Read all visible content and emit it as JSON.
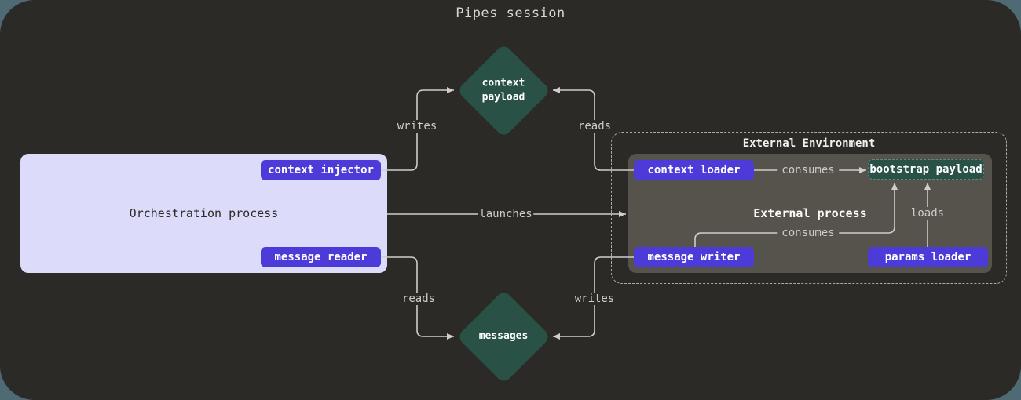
{
  "title": "Pipes session",
  "colors": {
    "canvas_background": "#4e6a74",
    "panel_background": "#2b2a26",
    "accent_purple": "#4c3bd9",
    "node_teal": "#2a5146",
    "orchestration_fill": "#dcdbfa",
    "external_process_fill": "#56524c",
    "wire": "#cfcecb"
  },
  "nodes": {
    "context_payload": {
      "label": "context\npayload"
    },
    "messages": {
      "label": "messages"
    },
    "orchestration_process": {
      "label": "Orchestration process",
      "context_injector": "context injector",
      "message_reader": "message reader"
    },
    "external_environment": {
      "label": "External Environment",
      "external_process": {
        "label": "External process",
        "context_loader": "context loader",
        "message_writer": "message writer",
        "params_loader": "params loader",
        "bootstrap_payload": "bootstrap payload"
      }
    }
  },
  "edges": {
    "writes_top": "writes",
    "reads_top": "reads",
    "launches": "launches",
    "consumes_top": "consumes",
    "consumes_bottom": "consumes",
    "loads": "loads",
    "reads_bottom": "reads",
    "writes_bottom": "writes"
  }
}
